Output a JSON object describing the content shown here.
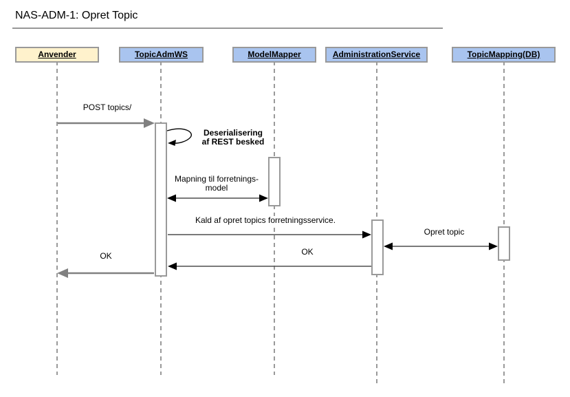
{
  "diagram": {
    "title": "NAS-ADM-1: Opret Topic",
    "type": "uml-sequence-diagram"
  },
  "participants": [
    {
      "id": "anvender",
      "label": "Anvender",
      "fill": "#fff2cc"
    },
    {
      "id": "topicadmws",
      "label": "TopicAdmWS",
      "fill": "#a9c4ef"
    },
    {
      "id": "modelmapper",
      "label": "ModelMapper",
      "fill": "#a9c4ef"
    },
    {
      "id": "administrationservice",
      "label": "AdministrationService",
      "fill": "#a9c4ef"
    },
    {
      "id": "topicmappingdb",
      "label": "TopicMapping(DB)",
      "fill": "#a9c4ef"
    }
  ],
  "messages": [
    {
      "label": "POST topics/",
      "from": "anvender",
      "to": "topicadmws",
      "arrow": "thick-gray"
    },
    {
      "label": "Deserialisering\naf REST besked",
      "from": "topicadmws",
      "to": "topicadmws",
      "arrow": "self-loop"
    },
    {
      "label": "Mapning til forretnings-\nmodel",
      "from": "topicadmws",
      "to": "modelmapper",
      "arrow": "double"
    },
    {
      "label": "Kald af opret topics forretningsservice.",
      "from": "topicadmws",
      "to": "administrationservice",
      "arrow": "single"
    },
    {
      "label": "Opret topic",
      "from": "administrationservice",
      "to": "topicmappingdb",
      "arrow": "double"
    },
    {
      "label": "OK",
      "from": "administrationservice",
      "to": "topicadmws",
      "arrow": "single"
    },
    {
      "label": "OK",
      "from": "topicadmws",
      "to": "anvender",
      "arrow": "thick-gray"
    }
  ],
  "colors": {
    "participant_blue": "#a9c4ef",
    "participant_yellow": "#fff2cc",
    "border_gray": "#999999",
    "lifeline_gray": "#999999",
    "thick_arrow_gray": "#808080",
    "thin_arrow_dark": "#4d4d4d",
    "label_text": "#000000",
    "title_rule": "#979797"
  }
}
